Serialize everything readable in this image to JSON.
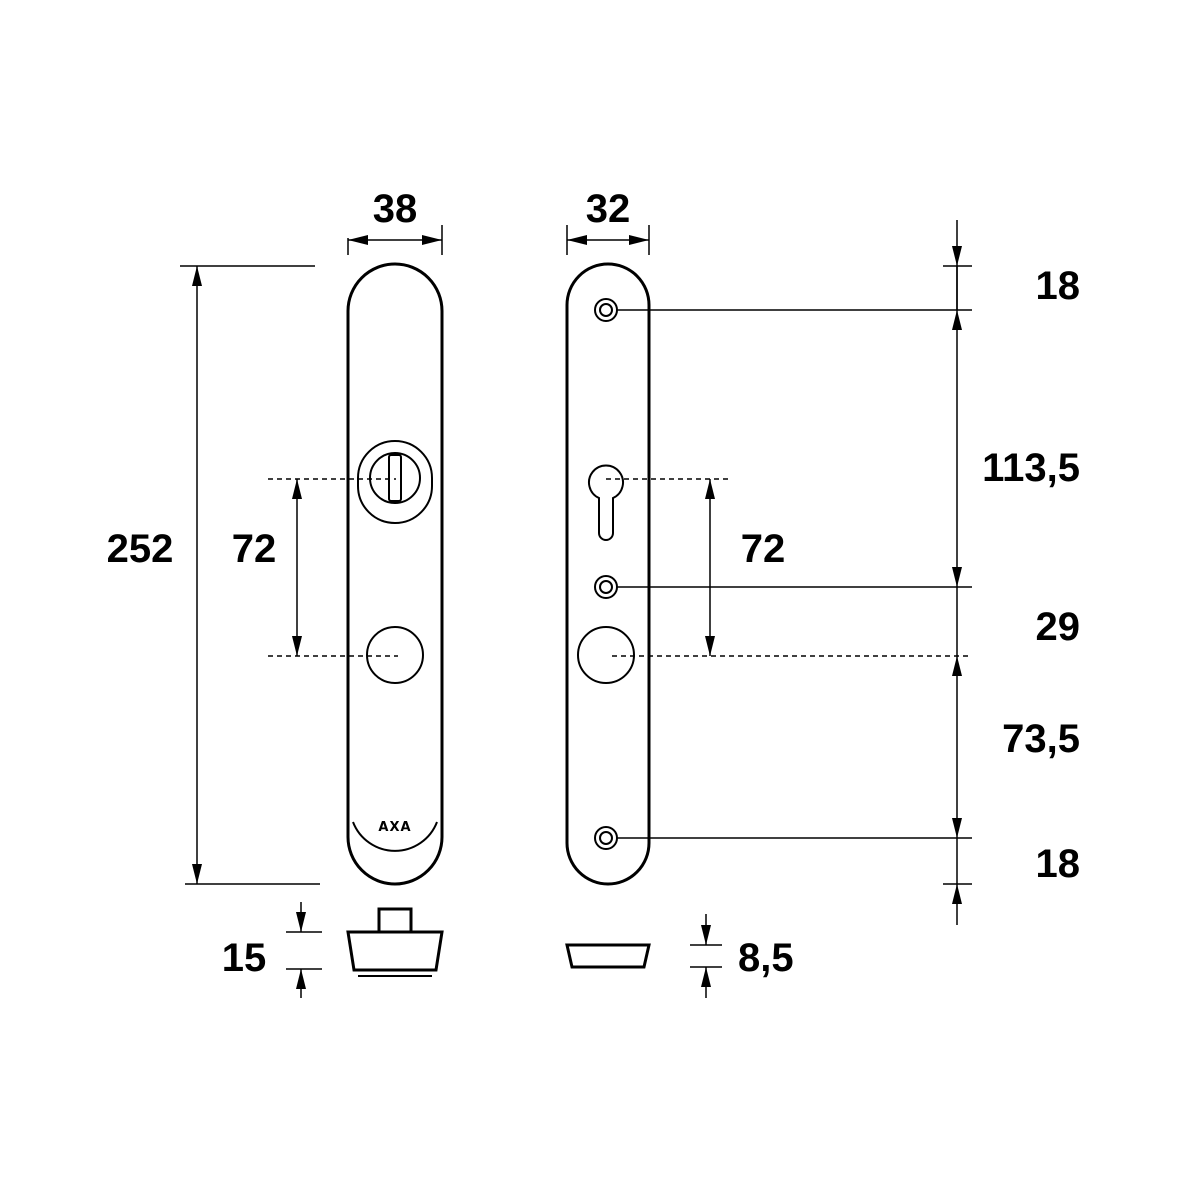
{
  "colors": {
    "line": "#000000",
    "background": "#ffffff"
  },
  "front_plate": {
    "brand": "AXA",
    "width_label": "38",
    "height_label": "252",
    "spacing_label": "72",
    "thickness_label": "15"
  },
  "back_plate": {
    "width_label": "32",
    "spacing_label": "72",
    "thickness_label": "8,5",
    "screw_offset_top_label": "18",
    "screw_spacing_upper_label": "113,5",
    "screw_to_handle_label": "29",
    "handle_to_screw_label": "73,5",
    "screw_offset_bottom_label": "18"
  }
}
